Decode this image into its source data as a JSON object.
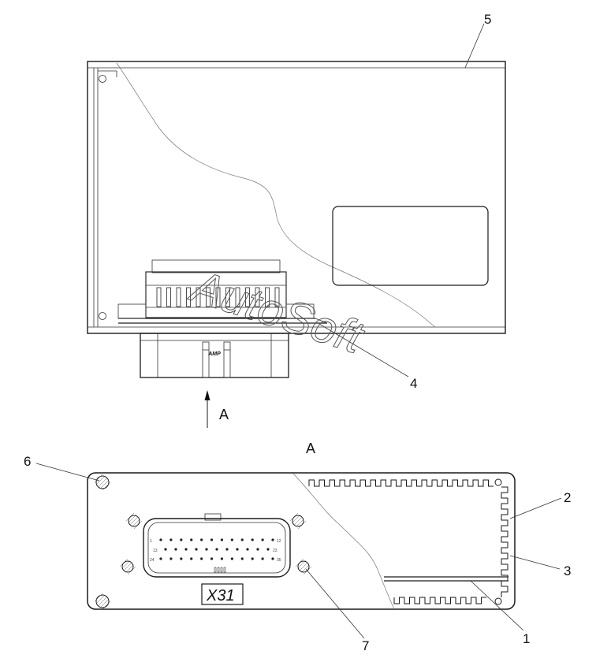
{
  "callouts": {
    "c1": "1",
    "c2": "2",
    "c3": "3",
    "c4": "4",
    "c5": "5",
    "c6": "6",
    "c7": "7"
  },
  "view_arrow_label": "A",
  "view_title": "A",
  "connector_brand": "AMP",
  "connector_id": "X31",
  "pin_numbers": {
    "p1": "1",
    "p12": "12",
    "p13": "13",
    "p23": "23",
    "p24": "24",
    "p35": "35"
  },
  "watermark": "AutoSoft"
}
